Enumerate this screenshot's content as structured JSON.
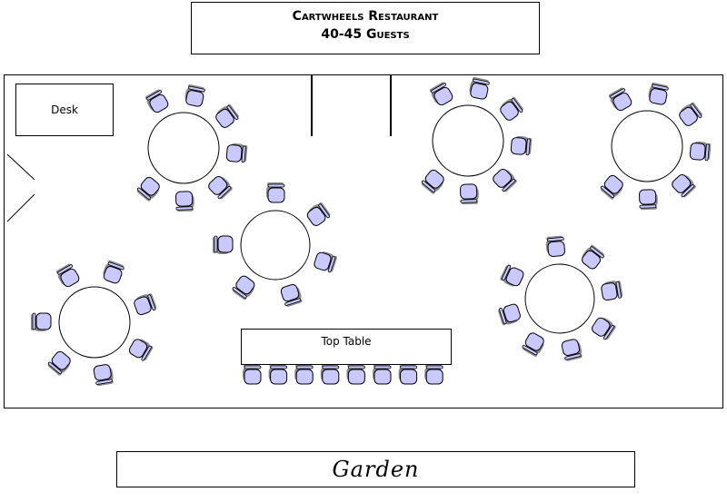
{
  "header": {
    "restaurant": "Cartwheels Restaurant",
    "guests": "40-45 Guests"
  },
  "labels": {
    "desk": "Desk",
    "top_table": "Top Table",
    "garden": "Garden"
  },
  "colors": {
    "chair_fill": "#c9c9ff",
    "chair_shadow": "#8c8c8c",
    "outline": "#000000"
  },
  "tables": [
    {
      "id": "table-1",
      "chairs": 7
    },
    {
      "id": "table-2",
      "chairs": 6
    },
    {
      "id": "table-3",
      "chairs": 7
    },
    {
      "id": "table-4",
      "chairs": 7
    },
    {
      "id": "table-5",
      "chairs": 8
    },
    {
      "id": "table-6",
      "chairs": 7
    }
  ],
  "top_table_chairs": 8
}
